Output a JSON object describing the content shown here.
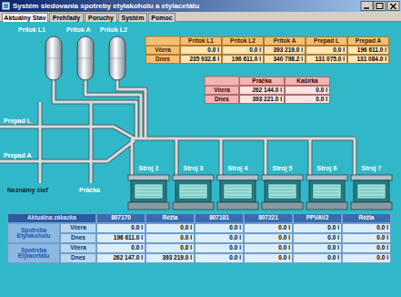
{
  "diagram": {
    "title": "Systém sledovania spotreby etylakoholu a etylacetátu",
    "nodes": [
      {
        "text": [
          "Prítok L1"
        ]
      },
      {
        "text": [
          "Prítok A"
        ]
      },
      {
        "text": [
          "Prítok L2"
        ]
      },
      {
        "text": [
          "Stroj 2"
        ]
      },
      {
        "text": [
          "Stroj 3"
        ]
      },
      {
        "text": [
          "Stroj 4"
        ]
      },
      {
        "text": [
          "Stroj 5"
        ]
      },
      {
        "text": [
          "Stroj 6"
        ]
      },
      {
        "text": [
          "Stroj 7"
        ]
      }
    ],
    "labels": [
      "Aktuálny Stav",
      "Prehľady",
      "Poruchy",
      "Systém",
      "Pomoc",
      "Prítok L1",
      "Prítok L2",
      "Prítok A",
      "Prepad L",
      "Prepad A",
      "Včera",
      "0.0 l",
      "0.0 l",
      "393 219.0 l",
      "0.0 l",
      "196 611.0 l",
      "Dnes",
      "235 932.6 l",
      "196 611.0 l",
      "340 798.2 l",
      "131 075.0 l",
      "131 084.0 l",
      "Práčka",
      "Kašírka",
      "Včera",
      "262 144.0 l",
      "0.0 l",
      "Dnes",
      "393 221.0 l",
      "0.0 l",
      "Prepad L",
      "Prepad A",
      "Neznámy cieľ",
      "Práčka",
      "Aktuálna zákazka",
      "807170",
      "Réžia",
      "807181",
      "807221",
      "PPVAV2",
      "Réžia",
      "Spotreba Etylakoholu",
      "Včera",
      "0.0 l",
      "0.0 l",
      "0.0 l",
      "0.0 l",
      "0.0 l",
      "0.0 l",
      "Dnes",
      "196 611.0 l",
      "0.0 l",
      "0.0 l",
      "0.0 l",
      "0.0 l",
      "0.0 l",
      "Spotreba Etylacetátu",
      "Včera",
      "0.0 l",
      "0.0 l",
      "0.0 l",
      "0.0 l",
      "0.0 l",
      "0.0 l",
      "Dnes",
      "262 147.0 l",
      "393 219.0 l",
      "0.0 l",
      "0.0 l",
      "0.0 l",
      "0.0 l"
    ]
  }
}
